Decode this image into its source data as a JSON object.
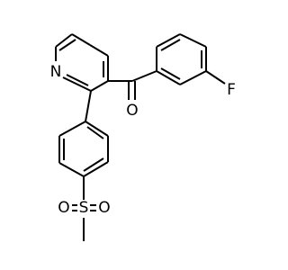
{
  "structure": {
    "atoms": {
      "nitrogen": "N",
      "carbonyl_oxygen": "O",
      "fluorine": "F",
      "sulfur": "S",
      "sulfonyl_oxygen_left": "O",
      "sulfonyl_oxygen_right": "O"
    }
  },
  "colors": {
    "bond": "#000000",
    "label": "#000000",
    "background": "#ffffff"
  }
}
